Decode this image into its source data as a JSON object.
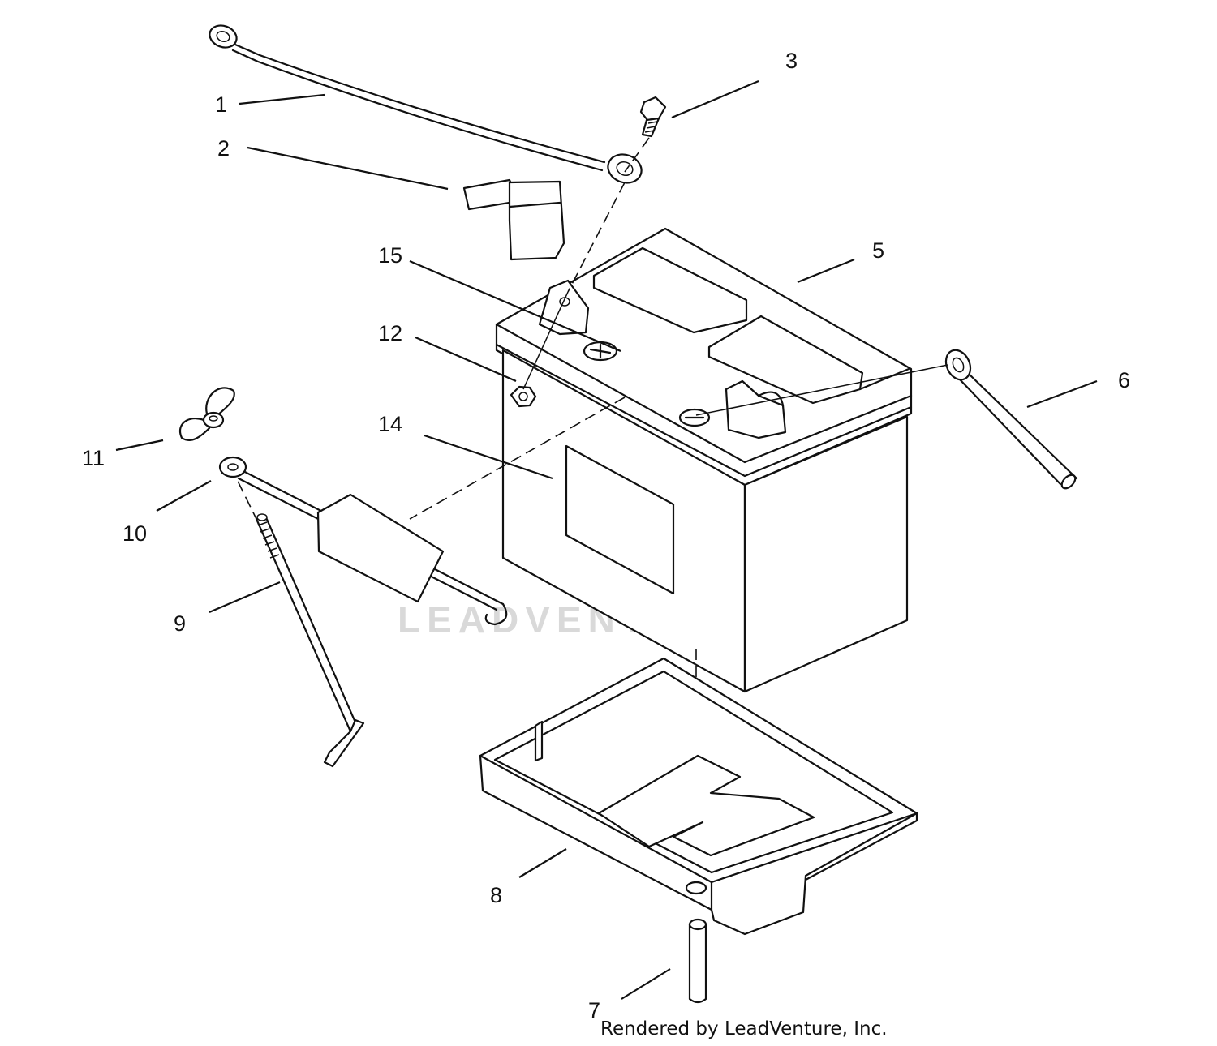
{
  "diagram": {
    "callouts": [
      "1",
      "2",
      "3",
      "5",
      "6",
      "7",
      "8",
      "9",
      "10",
      "11",
      "12",
      "14",
      "15"
    ],
    "credit": "Rendered by LeadVenture, Inc.",
    "watermark": "LEADVENTURE"
  }
}
